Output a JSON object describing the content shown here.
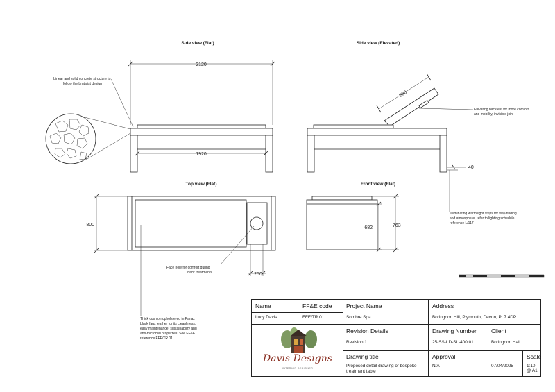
{
  "views": {
    "side_flat": "Side view (Flat)",
    "side_elevated": "Side view (Elevated)",
    "top_flat": "Top view (Flat)",
    "front_flat": "Front view (Flat)"
  },
  "dimensions": {
    "overall_length": "2120",
    "inner_length": "1920",
    "backrest_length": "880",
    "light_strip": "40",
    "width": "800",
    "front_height": "682",
    "front_overall_height": "763",
    "face_hole": "250"
  },
  "notes": {
    "concrete": [
      "Linear and solid concrete structure to",
      "follow the brutalist design"
    ],
    "backrest": [
      "Elevating backrest for more comfort",
      "and mobility, invisible join"
    ],
    "lighting": [
      "Illuminating warm light strips for way-finding",
      "and atmosphere, refer to lighting schedule",
      "reference L/117"
    ],
    "face_hole": [
      "Face hole for comfort during",
      "back treatments"
    ],
    "cushion": [
      "Thick cushion upholstered in Panaz",
      "black faux leather for its cleanliness,",
      "easy maintenance, sustainability and",
      "anti-microbial properties. See FF&E",
      "reference FFE/TR.01"
    ]
  },
  "title_block": {
    "name_label": "Name",
    "name_value": "Lucy Davis",
    "ffe_label": "FF&E code",
    "ffe_value": "FFE/TR.01",
    "project_label": "Project Name",
    "project_value": "Sombre Spa",
    "address_label": "Address",
    "address_value": "Boringdon Hill, Plymouth, Devon, PL7 4DP",
    "revision_label": "Revision Details",
    "revision_value": "Revision 1",
    "drawing_number_label": "Drawing Number",
    "drawing_number_value": "25-SS-LD-SL-400.01",
    "client_label": "Client",
    "client_value": "Boringdon Hall",
    "drawing_title_label": "Drawing title",
    "drawing_title_value": [
      "Proposed detail drawing of bespoke",
      "treatment table"
    ],
    "approval_label": "Approval",
    "approval_value": "N/A",
    "date_value": "07/04/2025",
    "scale_label": "Scale",
    "scale_value": "1:10 @ A1"
  },
  "logo": {
    "brand": "Davis Designs",
    "tagline": "INTERIOR DESIGNER"
  }
}
